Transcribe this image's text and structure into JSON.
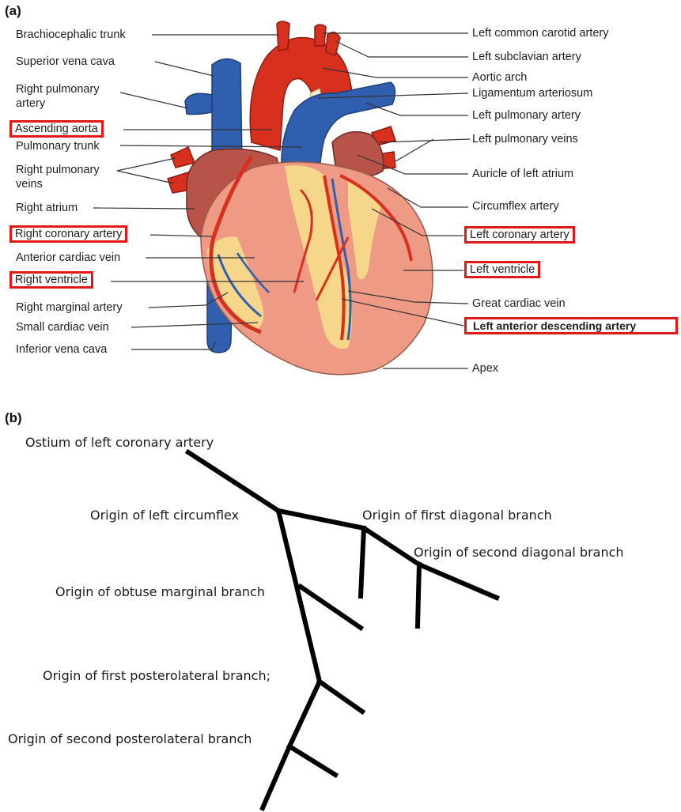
{
  "panel_a": {
    "letter": "(a)",
    "left_labels": {
      "brachiocephalic": "Brachiocephalic trunk",
      "svc": "Superior vena cava",
      "right_pulm_artery": "Right pulmonary artery",
      "ascending_aorta": "Ascending aorta",
      "pulmonary_trunk": "Pulmonary trunk",
      "right_pulm_veins": "Right pulmonary veins",
      "right_atrium": "Right atrium",
      "right_coronary": "Right coronary artery",
      "anterior_cardiac_vein": "Anterior cardiac vein",
      "right_ventricle": "Right ventricle",
      "right_marginal": "Right marginal artery",
      "small_cardiac_vein": "Small cardiac vein",
      "ivc": "Inferior vena cava"
    },
    "right_labels": {
      "left_common_carotid": "Left common carotid artery",
      "left_subclavian": "Left subclavian artery",
      "aortic_arch": "Aortic arch",
      "ligamentum": "Ligamentum arteriosum",
      "left_pulm_artery": "Left pulmonary artery",
      "left_pulm_veins": "Left pulmonary veins",
      "auricle": "Auricle of left atrium",
      "circumflex": "Circumflex artery",
      "left_coronary": "Left coronary artery",
      "left_ventricle": "Left ventricle",
      "great_cardiac_vein": "Great cardiac vein",
      "lad": "Left anterior descending artery",
      "apex": "Apex"
    },
    "highlight_color": "#e01818",
    "artery_color": "#d8301f",
    "vein_color": "#2f5fae",
    "muscle_color": "#ee9a84",
    "fat_color": "#f4d98a"
  },
  "panel_b": {
    "letter": "(b)",
    "labels": {
      "ostium": "Ostium of left coronary artery",
      "circumflex_origin": "Origin of left circumflex",
      "first_diagonal": "Origin of first diagonal branch",
      "second_diagonal": "Origin of second diagonal branch",
      "obtuse_marginal": "Origin of obtuse marginal branch",
      "first_posterolateral": "Origin of first posterolateral branch;",
      "second_posterolateral": "Origin of second posterolateral branch"
    },
    "line_color": "#000000"
  }
}
